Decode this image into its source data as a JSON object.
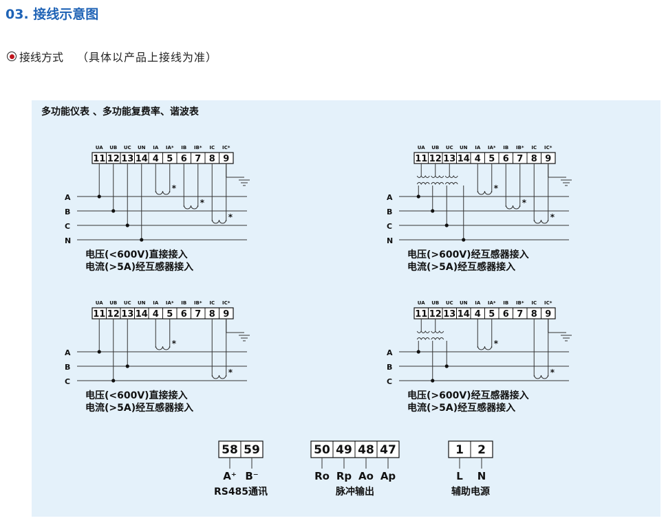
{
  "header": {
    "title": "03. 接线示意图"
  },
  "wiring_method": {
    "label": "接线方式",
    "note": "（具体以产品上接线为准）"
  },
  "panel": {
    "title": "多功能仪表 、多功能复费率、谐波表",
    "meter_terminals": {
      "signals": [
        "UA",
        "UB",
        "UC",
        "UN",
        "IA",
        "IA*",
        "IB",
        "IB*",
        "IC",
        "IC*"
      ],
      "numbers": [
        "11",
        "12",
        "13",
        "14",
        "4",
        "5",
        "6",
        "7",
        "8",
        "9"
      ]
    },
    "phase_labels_4w": [
      "A",
      "B",
      "C",
      "N"
    ],
    "phase_labels_3w": [
      "A",
      "B",
      "C"
    ],
    "diagrams": [
      {
        "id": "d1",
        "caption1": "电压(<600V)直接接入",
        "caption2": "电流(>5A)经互感器接入"
      },
      {
        "id": "d2",
        "caption1": "电压(>600V)经互感器接入",
        "caption2": "电流(>5A)经互感器接入"
      },
      {
        "id": "d3",
        "caption1": "电压(<600V)直接接入",
        "caption2": "电流(>5A)经互感器接入"
      },
      {
        "id": "d4",
        "caption1": "电压(>600V)经互感器接入",
        "caption2": "电流(>5A)经互感器接入"
      }
    ],
    "ct_mark": "*",
    "blocks": [
      {
        "id": "rs485",
        "terminals": [
          "58",
          "59"
        ],
        "labels": [
          "A⁺",
          "B⁻"
        ],
        "caption": "RS485通讯"
      },
      {
        "id": "pulse",
        "terminals": [
          "50",
          "49",
          "48",
          "47"
        ],
        "labels": [
          "Ro",
          "Rp",
          "Ao",
          "Ap"
        ],
        "caption": "脉冲输出"
      },
      {
        "id": "power",
        "terminals": [
          "1",
          "2"
        ],
        "labels": [
          "L",
          "N"
        ],
        "caption": "辅助电源"
      }
    ]
  }
}
